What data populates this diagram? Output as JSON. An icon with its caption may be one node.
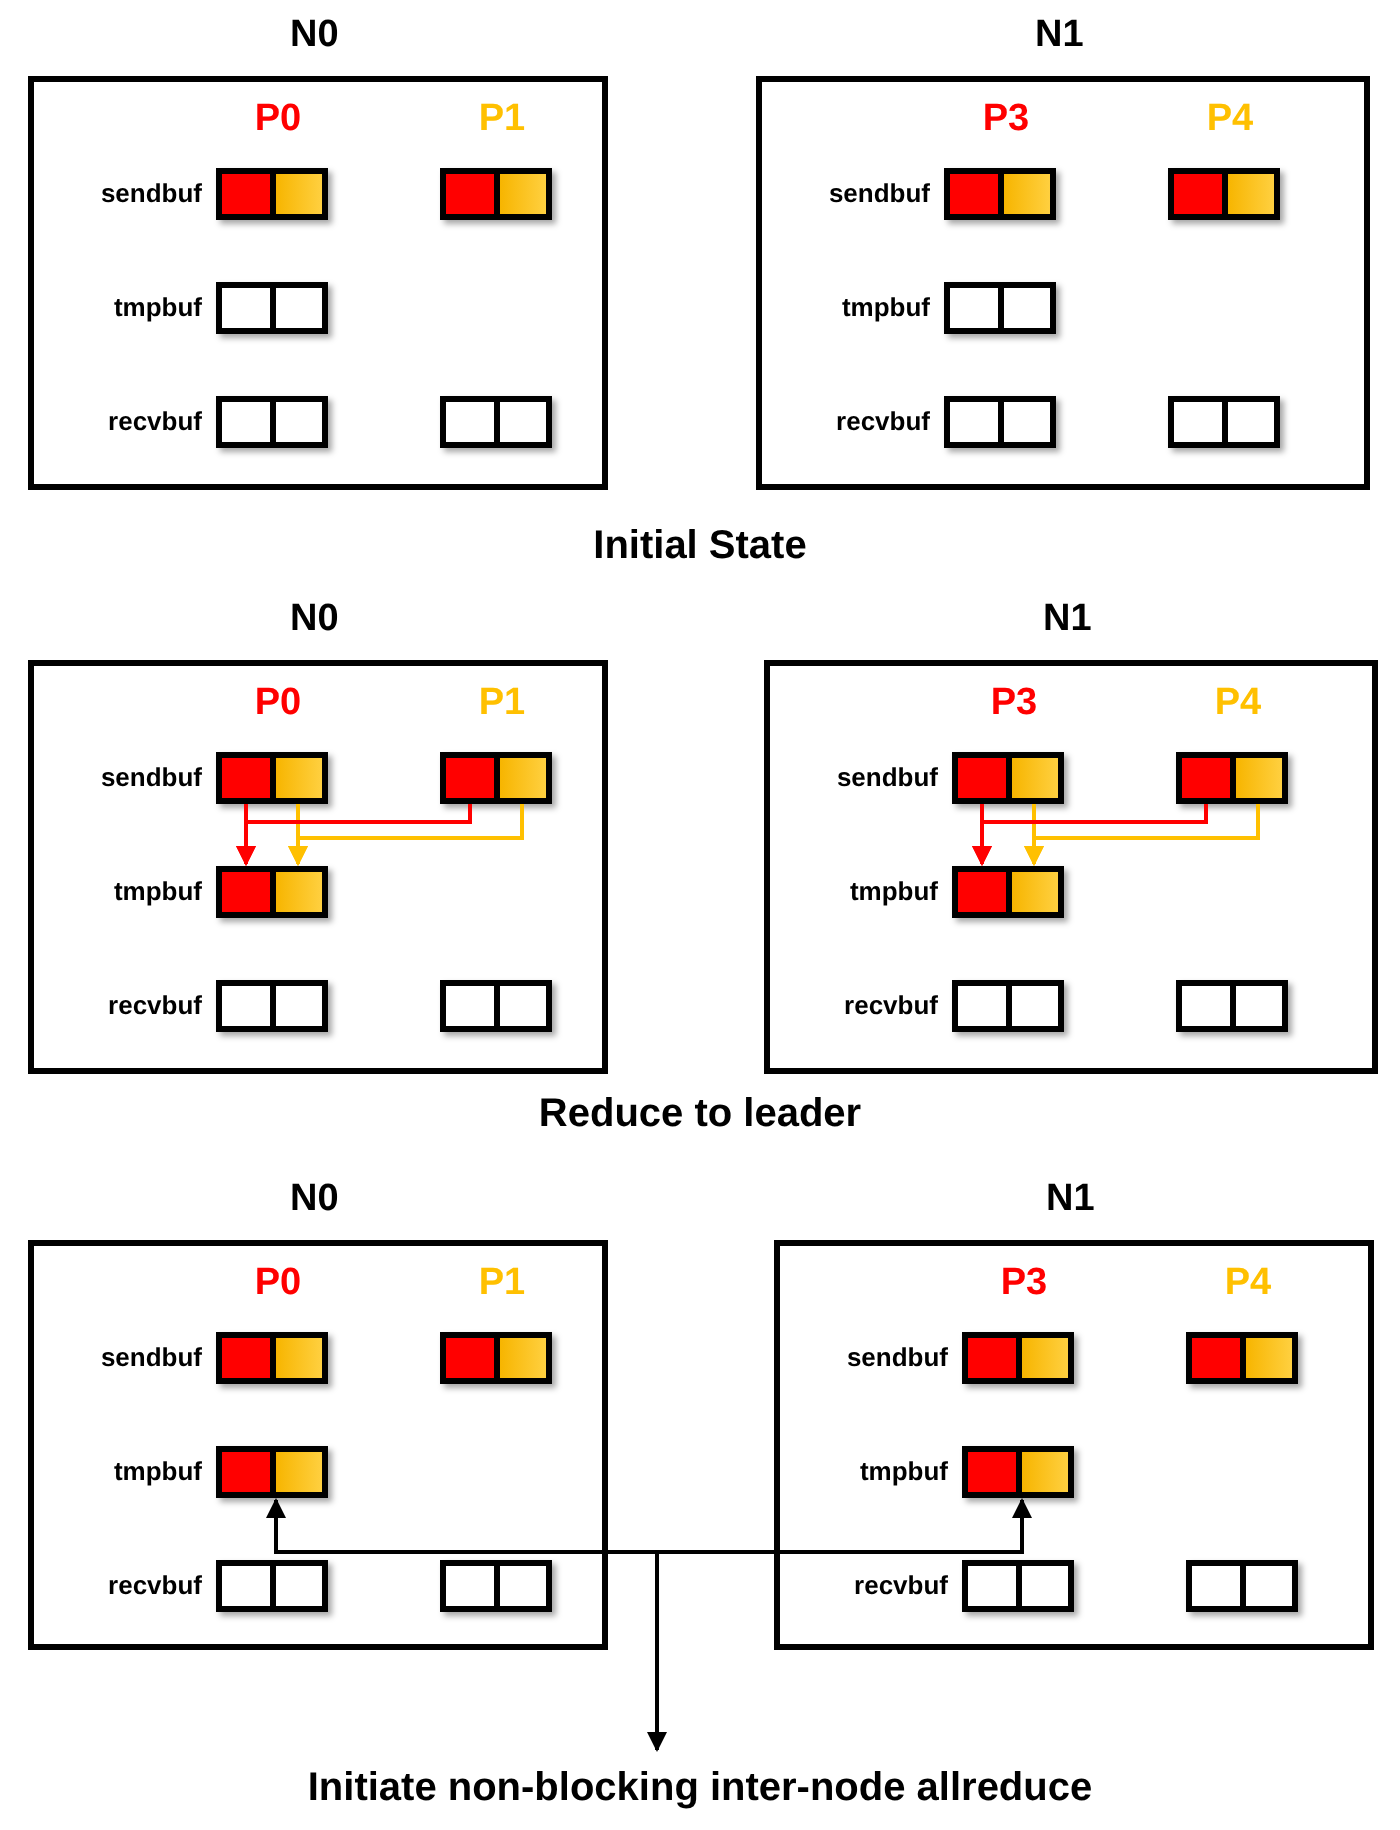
{
  "diagram": {
    "nodes": [
      {
        "text": [
          "N0"
        ]
      },
      {
        "text": [],
        "shape": "box",
        "in": 0,
        "beside": [
          "sendbuf"
        ]
      },
      {
        "text": [],
        "shape": "box",
        "in": 0
      },
      {
        "text": [],
        "shape": "box",
        "in": 0,
        "beside": [
          "tmpbuf"
        ]
      },
      {
        "text": [],
        "shape": "box",
        "in": 0,
        "beside": [
          "recvbuf"
        ]
      },
      {
        "text": [],
        "shape": "box",
        "in": 0
      },
      {
        "text": [
          "N1"
        ]
      },
      {
        "text": [],
        "shape": "box",
        "in": 6,
        "beside": [
          "sendbuf"
        ]
      },
      {
        "text": [],
        "shape": "box",
        "in": 6
      },
      {
        "text": [],
        "shape": "box",
        "in": 6,
        "beside": [
          "tmpbuf"
        ]
      },
      {
        "text": [],
        "shape": "box",
        "in": 6,
        "beside": [
          "recvbuf"
        ]
      },
      {
        "text": [],
        "shape": "box",
        "in": 6
      },
      {
        "text": [
          "N0"
        ]
      },
      {
        "text": [],
        "shape": "box",
        "in": 12,
        "beside": [
          "sendbuf"
        ]
      },
      {
        "text": [],
        "shape": "box",
        "in": 12
      },
      {
        "text": [],
        "shape": "box",
        "in": 12,
        "beside": [
          "tmpbuf"
        ]
      },
      {
        "text": [],
        "shape": "box",
        "in": 12,
        "beside": [
          "recvbuf"
        ]
      },
      {
        "text": [],
        "shape": "box",
        "in": 12
      },
      {
        "text": [
          "N1"
        ]
      },
      {
        "text": [],
        "shape": "box",
        "in": 18,
        "beside": [
          "sendbuf"
        ]
      },
      {
        "text": [],
        "shape": "box",
        "in": 18
      },
      {
        "text": [],
        "shape": "box",
        "in": 18,
        "beside": [
          "tmpbuf"
        ]
      },
      {
        "text": [],
        "shape": "box",
        "in": 18,
        "beside": [
          "recvbuf"
        ]
      },
      {
        "text": [],
        "shape": "box",
        "in": 18
      },
      {
        "text": [
          "N0"
        ]
      },
      {
        "text": [],
        "shape": "box",
        "in": 24,
        "beside": [
          "sendbuf"
        ]
      },
      {
        "text": [],
        "shape": "box",
        "in": 24
      },
      {
        "text": [],
        "shape": "box",
        "in": 24,
        "beside": [
          "tmpbuf"
        ]
      },
      {
        "text": [],
        "shape": "box",
        "in": 24,
        "beside": [
          "recvbuf"
        ]
      },
      {
        "text": [],
        "shape": "box",
        "in": 24
      },
      {
        "text": [
          "N1"
        ]
      },
      {
        "text": [],
        "shape": "box",
        "in": 30,
        "beside": [
          "sendbuf"
        ]
      },
      {
        "text": [],
        "shape": "box",
        "in": 30
      },
      {
        "text": [],
        "shape": "box",
        "in": 30,
        "beside": [
          "tmpbuf"
        ]
      },
      {
        "text": [],
        "shape": "box",
        "in": 30,
        "beside": [
          "recvbuf"
        ]
      },
      {
        "text": [],
        "shape": "box",
        "in": 30
      },
      {
        "text": [
          "Initiate non-blocking inter-node allreduce"
        ]
      }
    ],
    "edges": [
      {
        "from": 13,
        "to": 15,
        "arrow": "to",
        "color": "#ff0000"
      },
      {
        "from": 13,
        "to": 15,
        "arrow": "to",
        "color": "#ffc000"
      },
      {
        "from": 14,
        "to": 15,
        "arrow": "to",
        "color": "#ff0000"
      },
      {
        "from": 14,
        "to": 15,
        "arrow": "to",
        "color": "#ffc000"
      },
      {
        "from": 19,
        "to": 21,
        "arrow": "to",
        "color": "#ff0000"
      },
      {
        "from": 19,
        "to": 21,
        "arrow": "to",
        "color": "#ffc000"
      },
      {
        "from": 20,
        "to": 21,
        "arrow": "to",
        "color": "#ff0000"
      },
      {
        "from": 20,
        "to": 21,
        "arrow": "to",
        "color": "#ffc000"
      },
      {
        "from": 27,
        "to": 33,
        "arrow": "both",
        "color": "#000000"
      },
      {
        "from": null,
        "to": 36,
        "arrow": "to",
        "color": "#000000"
      }
    ],
    "labels": [
      "P0",
      "P1",
      "P3",
      "P4",
      "Initial State",
      "P0",
      "P1",
      "P3",
      "P4",
      "Reduce to leader",
      "P0",
      "P1",
      "P3",
      "P4"
    ]
  }
}
